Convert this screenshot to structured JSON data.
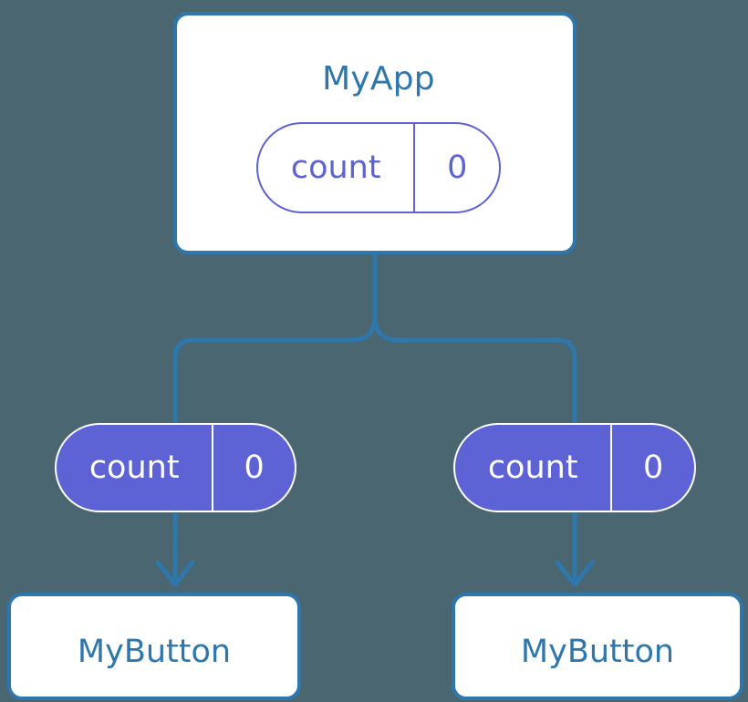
{
  "diagram": {
    "title_text": "MyApp",
    "background_color": "#4a6670",
    "component_border_color": "#2e77ad",
    "component_text_color": "#2e77ad",
    "state_color": "#5d62d4",
    "connector_color": "#2e77ad",
    "root": {
      "name": "MyApp",
      "state": {
        "key": "count",
        "value": "0"
      }
    },
    "props": [
      {
        "key": "count",
        "value": "0"
      },
      {
        "key": "count",
        "value": "0"
      }
    ],
    "children": [
      {
        "name": "MyButton"
      },
      {
        "name": "MyButton"
      }
    ]
  }
}
